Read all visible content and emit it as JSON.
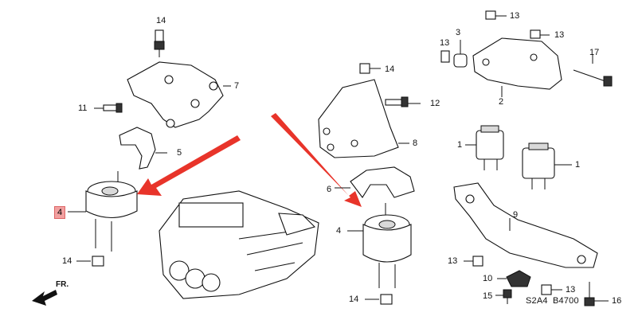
{
  "labels": {
    "l14a": "14",
    "l7": "7",
    "l11": "11",
    "l5": "5",
    "l4a": "4",
    "l14b": "14",
    "l14c": "14",
    "l12": "12",
    "l8": "8",
    "l6": "6",
    "l4b": "4",
    "l14d": "14",
    "l13a": "13",
    "l3": "3",
    "l13b": "13",
    "l13c": "13",
    "l17": "17",
    "l2": "2",
    "l1a": "1",
    "l1b": "1",
    "l9": "9",
    "l13d": "13",
    "l10": "10",
    "l13e": "13",
    "l15": "15",
    "l16": "16"
  },
  "footer": {
    "front_label": "FR.",
    "code_left": "S2A4",
    "code_right": "B4700"
  },
  "colors": {
    "arrow": "#e8342a",
    "highlight": "#f2a0a0",
    "line": "#111111"
  }
}
